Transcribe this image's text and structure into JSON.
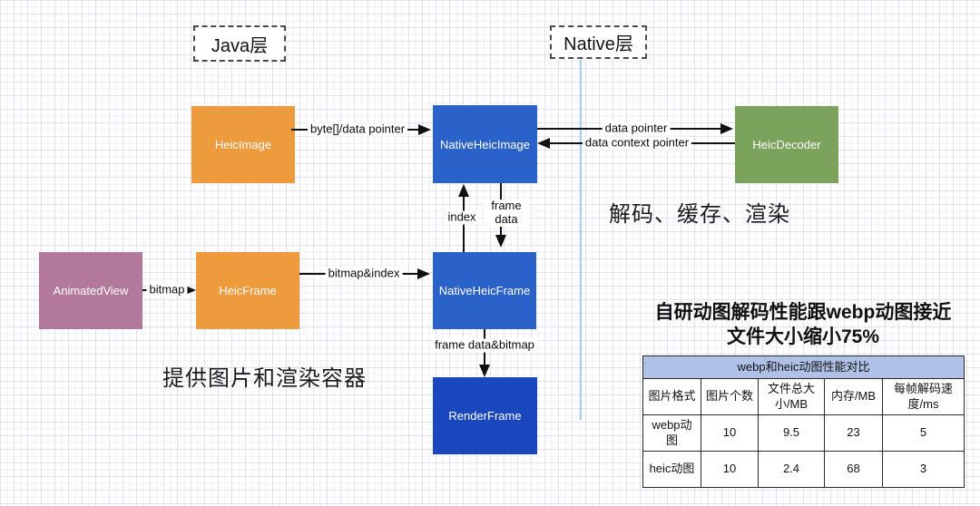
{
  "layer_labels": {
    "java": "Java层",
    "native": "Native层"
  },
  "nodes": {
    "heic_image": "HeicImage",
    "native_heic_image": "NativeHeicImage",
    "heic_decoder": "HeicDecoder",
    "animated_view": "AnimatedView",
    "heic_frame": "HeicFrame",
    "native_heic_frame": "NativeHeicFrame",
    "render_frame": "RenderFrame"
  },
  "edge_labels": {
    "byte_data_pointer": "byte[]/data pointer",
    "data_pointer": "data pointer",
    "data_context_pointer": "data context pointer",
    "index": "index",
    "frame_data": "frame data",
    "bitmap": "bitmap",
    "bitmap_index": "bitmap&index",
    "frame_data_bitmap": "frame data&bitmap"
  },
  "captions": {
    "native_side": "解码、缓存、渲染",
    "java_side": "提供图片和渲染容器"
  },
  "benchmark": {
    "headline_line1": "自研动图解码性能跟webp动图接近",
    "headline_line2": "文件大小缩小75%",
    "table": {
      "caption": "webp和heic动图性能对比",
      "headers": [
        "图片格式",
        "图片个数",
        "文件总大小/MB",
        "内存/MB",
        "每帧解码速度/ms"
      ],
      "rows": [
        [
          "webp动图",
          "10",
          "9.5",
          "23",
          "5"
        ],
        [
          "heic动图",
          "10",
          "2.4",
          "68",
          "3"
        ]
      ]
    }
  },
  "colors": {
    "node_orange": "#EE9B3D",
    "node_blue": "#2A62C9",
    "node_dark_blue": "#1A47BE",
    "node_green": "#7BA35C",
    "node_pink": "#B3799B",
    "table_caption_bg": "#AFC1E6",
    "divider_blue": "#A9CDEB",
    "arrow_black": "#111111"
  }
}
